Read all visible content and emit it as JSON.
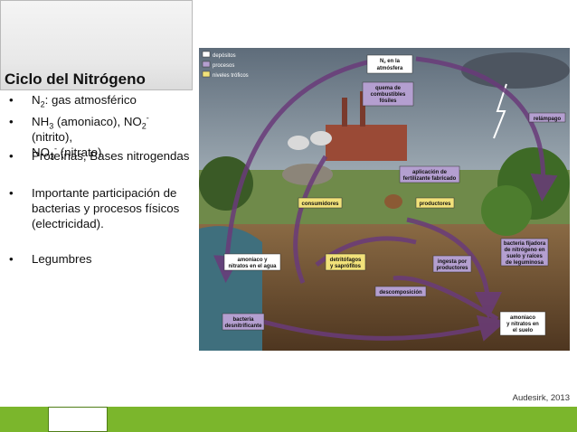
{
  "slide": {
    "title": "Ciclo del Nitrógeno",
    "bullets": [
      {
        "pre": "N",
        "sub": "2",
        "post": ": gas atmosférico"
      },
      {
        "line1_a": "NH",
        "line1_sub": "3",
        "line1_b": " (amoniaco), NO",
        "line1_sub2": "2",
        "line1_sup": "-",
        "line1_c": " (nitrito),",
        "line2_a": "NO",
        "line2_sub": "3",
        "line2_sup": "-",
        "line2_b": " (nitrato)"
      },
      {
        "text": "Proteínas, Bases nitrogendas"
      },
      {
        "text": "Importante participación de bacterias y procesos físicos (electricidad)."
      },
      {
        "text": "Legumbres"
      }
    ],
    "credit": "Audesirk, 2013"
  },
  "diagram": {
    "legend": [
      "depósitos",
      "procesos",
      "niveles tróficos"
    ],
    "colors": {
      "deposit": "#ffffff",
      "process": "#b49fd0",
      "trophic": "#f2e27a",
      "arrow": "#6a3b7a",
      "sky": "#8a99a8",
      "ground": "#6b4a2a"
    },
    "labels": {
      "n2": [
        "N",
        "2",
        " en la",
        "atmósfera"
      ],
      "quema": [
        "quema de",
        "combustibles",
        "fósiles"
      ],
      "relampago": "relámpago",
      "fertilizante": [
        "aplicación de",
        "fertilizante fabricado"
      ],
      "consumidores": "consumidores",
      "productores": "productores",
      "amoniaco_agua": [
        "amoniaco y",
        "nitratos en el agua"
      ],
      "detritofagos": [
        "detritófagos",
        "y saprófitos"
      ],
      "ingesta": [
        "ingesta por",
        "productores"
      ],
      "bacteria_fijadora": [
        "bacteria fijadora",
        "de nitrógeno en",
        "suelo y raíces",
        "de leguminosa"
      ],
      "descomposicion": "descomposición",
      "bacteria_desnit": [
        "bacteria",
        "desnitrificante"
      ],
      "amoniaco_suelo": [
        "amoniaco",
        "y nitratos en",
        "el suelo"
      ]
    }
  }
}
